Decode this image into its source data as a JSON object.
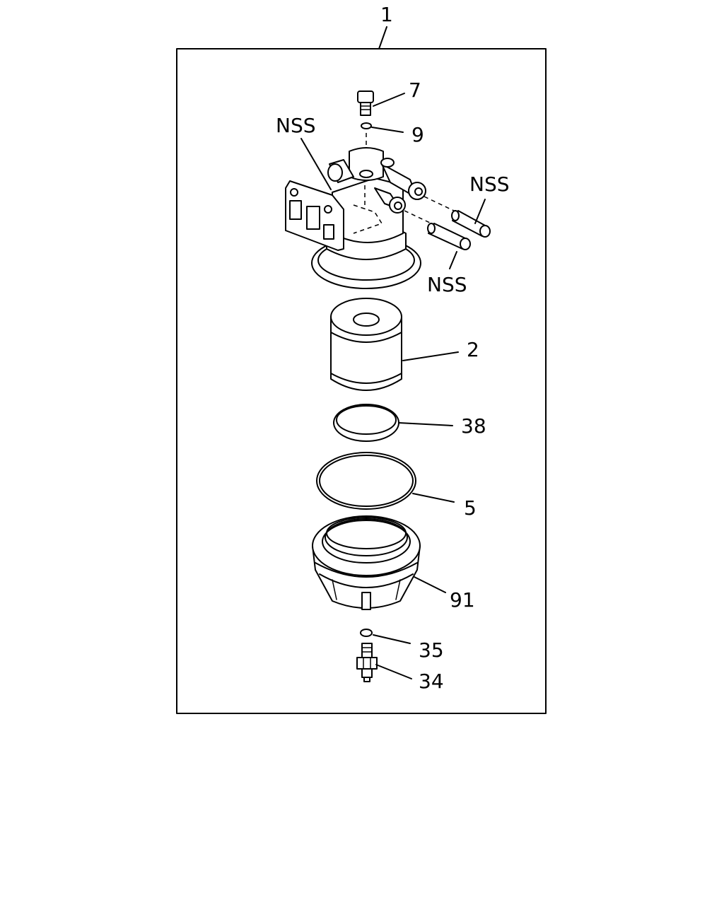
{
  "callouts": {
    "assembly": "1",
    "bolt": "7",
    "washer": "9",
    "bracket_nss": "NSS",
    "pin_upper_nss": "NSS",
    "pin_lower_nss": "NSS",
    "element": "2",
    "ring": "38",
    "o_ring": "5",
    "bowl": "91",
    "seal": "35",
    "drain_plug": "34"
  }
}
